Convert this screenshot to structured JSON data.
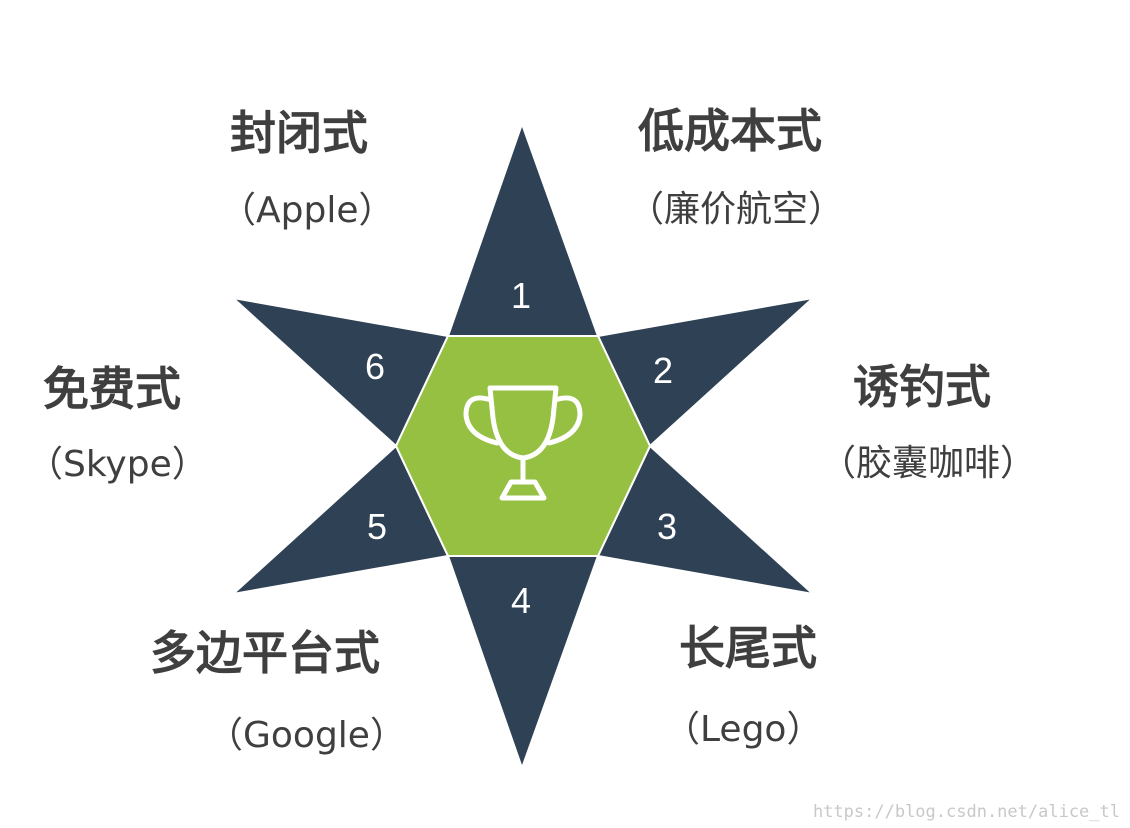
{
  "center_icon": "trophy-icon",
  "colors": {
    "star_fill": "#2f4155",
    "hexagon_fill": "#96c041",
    "outline": "#ffffff",
    "text": "#3f3f3f"
  },
  "points": [
    {
      "number": "1",
      "title": "低成本式",
      "subtitle": "（廉价航空）"
    },
    {
      "number": "2",
      "title": "诱钓式",
      "subtitle": "（胶囊咖啡）"
    },
    {
      "number": "3",
      "title": "长尾式",
      "subtitle": "（Lego）"
    },
    {
      "number": "4",
      "title": "多边平台式",
      "subtitle": "（Google）"
    },
    {
      "number": "5",
      "title": "免费式",
      "subtitle": "（Skype）"
    },
    {
      "number": "6",
      "title": "封闭式",
      "subtitle": "（Apple）"
    }
  ],
  "watermark": "https://blog.csdn.net/alice_tl"
}
